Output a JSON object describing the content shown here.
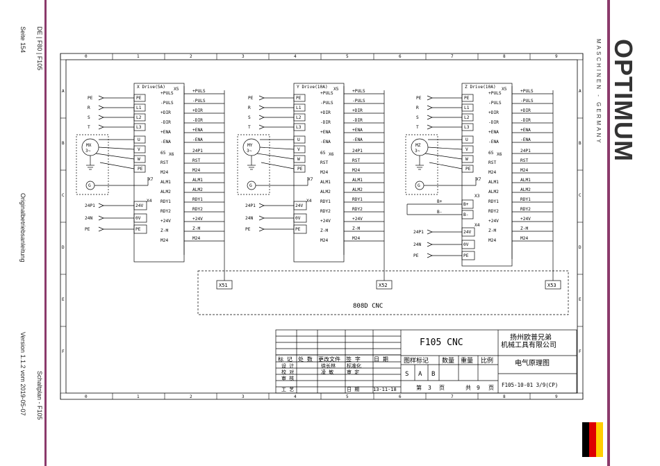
{
  "margin_left": {
    "lang_page": "DE | F80 | F105",
    "page_label": "Seite 154",
    "doc_type": "Originalbetriebsanleitung",
    "version": "Version 1.1.2 vom 2019-05-07",
    "schematic": "Schaltplan - F105"
  },
  "brand": {
    "logo": "OPTIMUM",
    "tagline": "MASCHINEN - GERMANY",
    "flag_colors": [
      "#000000",
      "#dd0000",
      "#ffce00"
    ]
  },
  "frame": {
    "col_numbers": [
      "0",
      "1",
      "2",
      "3",
      "4",
      "5",
      "6",
      "7",
      "8",
      "9"
    ],
    "row_letters": [
      "A",
      "B",
      "C",
      "D",
      "E",
      "F"
    ]
  },
  "drives": [
    {
      "title": "X Drive(5A)",
      "motor": "MX",
      "ports": [
        "X5",
        "X6",
        "X7",
        "X4"
      ],
      "inputs": [
        "PE",
        "R",
        "S",
        "T"
      ],
      "phase_terms": [
        "PE",
        "L1",
        "L2",
        "L3"
      ],
      "motor_terms": [
        "U",
        "V",
        "W",
        "PE"
      ],
      "signals": [
        "+PULS",
        "-PULS",
        "+DIR",
        "-DIR",
        "+ENA",
        "-ENA",
        "65",
        "RST",
        "M24",
        "ALM1",
        "ALM2",
        "RDY1",
        "RDY2",
        "+24V",
        "Z-M",
        "M24"
      ],
      "wire_labels": [
        "+PULS",
        "-PULS",
        "+DIR",
        "-DIR",
        "+ENA",
        "-ENA",
        "24P1",
        "RST",
        "M24",
        "ALM1",
        "ALM2",
        "RDY1",
        "RDY2",
        "+24V",
        "Z-M",
        "M24"
      ],
      "power_in": [
        "24P1",
        "24N",
        "PE"
      ],
      "power_terms": [
        "24V",
        "0V",
        "PE"
      ]
    },
    {
      "title": "Y Drive(10A)",
      "motor": "MY",
      "ports": [
        "X5",
        "X6",
        "X7",
        "X4"
      ],
      "inputs": [
        "PE",
        "R",
        "S",
        "T"
      ],
      "phase_terms": [
        "PE",
        "L1",
        "L2",
        "L3"
      ],
      "motor_terms": [
        "U",
        "V",
        "W",
        "PE"
      ],
      "signals": [
        "+PULS",
        "-PULS",
        "+DIR",
        "-DIR",
        "+ENA",
        "-ENA",
        "65",
        "RST",
        "M24",
        "ALM1",
        "ALM2",
        "RDY1",
        "RDY2",
        "+24V",
        "Z-M",
        "M24"
      ],
      "wire_labels": [
        "+PULS",
        "-PULS",
        "+DIR",
        "-DIR",
        "+ENA",
        "-ENA",
        "24P1",
        "RST",
        "M24",
        "ALM1",
        "ALM2",
        "RDY1",
        "RDY2",
        "+24V",
        "Z-M",
        "M24"
      ],
      "power_in": [
        "24P1",
        "24N",
        "PE"
      ],
      "power_terms": [
        "24V",
        "0V",
        "PE"
      ]
    },
    {
      "title": "Z Drive(10A)",
      "motor": "MZ",
      "ports": [
        "X5",
        "X6",
        "X7",
        "X3",
        "X4"
      ],
      "inputs": [
        "PE",
        "R",
        "S",
        "T"
      ],
      "phase_terms": [
        "PE",
        "L1",
        "L2",
        "L3"
      ],
      "motor_terms": [
        "U",
        "V",
        "W",
        "PE"
      ],
      "signals": [
        "+PULS",
        "-PULS",
        "+DIR",
        "-DIR",
        "+ENA",
        "-ENA",
        "65",
        "RST",
        "M24",
        "ALM1",
        "ALM2",
        "RDY1",
        "RDY2",
        "+24V",
        "Z-M",
        "M24"
      ],
      "wire_labels": [
        "+PULS",
        "-PULS",
        "+DIR",
        "-DIR",
        "+ENA",
        "-ENA",
        "24P1",
        "RST",
        "M24",
        "ALM1",
        "ALM2",
        "RDY1",
        "RDY2",
        "+24V",
        "Z-M",
        "M24"
      ],
      "brake_in": [
        "B+",
        "B-"
      ],
      "brake_terms": [
        "B+",
        "B-"
      ],
      "power_in": [
        "24P1",
        "24N",
        "PE"
      ],
      "power_terms": [
        "24V",
        "0V",
        "PE"
      ]
    }
  ],
  "cnc": {
    "label": "808D CNC",
    "connectors": [
      "X51",
      "X52",
      "X53"
    ]
  },
  "title_block": {
    "drawing_title": "F105 CNC",
    "company": [
      "扬州欧普兄弟",
      "机械工具有限公司"
    ],
    "row_labels": [
      "标 记",
      "处 数",
      "更改文件",
      "签  字",
      "日  期"
    ],
    "design": [
      "设  计",
      "徐长林",
      "标准化"
    ],
    "check": [
      "校  对",
      "凌  敏",
      "审  定"
    ],
    "review": "审  核",
    "process": "工  艺",
    "date_label": "日  期",
    "date": "13-11-18",
    "stage_header": [
      "图样标记",
      "数量",
      "重量",
      "比例"
    ],
    "stage_marks": [
      "S",
      "A",
      "B"
    ],
    "sheet": [
      "第",
      "3",
      "页",
      "共",
      "9",
      "页"
    ],
    "diagram_name": "电气原理图",
    "drawing_number": "F105-10-01 3/9(CP)"
  }
}
